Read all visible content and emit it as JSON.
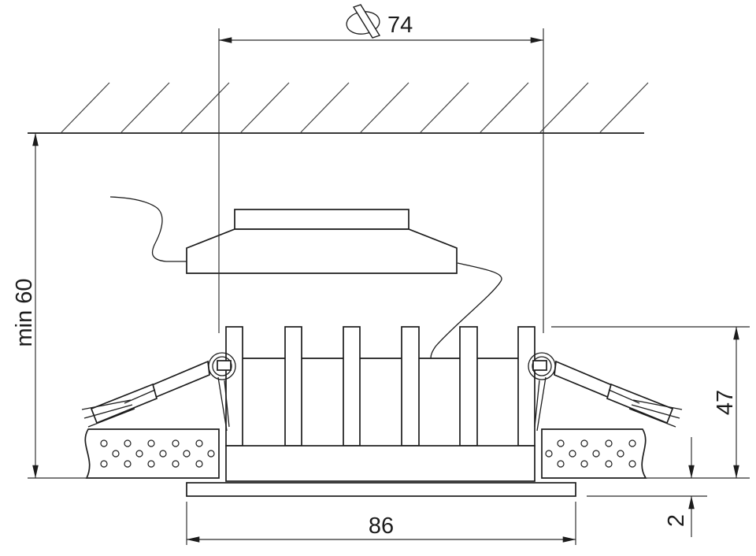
{
  "drawing": {
    "dimensions": {
      "cutout_diameter": {
        "label": "74",
        "icon": "drill-hole-diameter-icon"
      },
      "min_recess_depth": {
        "label": "min 60"
      },
      "housing_height": {
        "label": "47"
      },
      "trim_protrusion": {
        "label": "2"
      },
      "flange_diameter": {
        "label": "86"
      }
    },
    "colors": {
      "line": "#1c1c1c",
      "dimension_line": "#2a2a2a",
      "hatch": "#454545",
      "background": "#ffffff"
    }
  }
}
